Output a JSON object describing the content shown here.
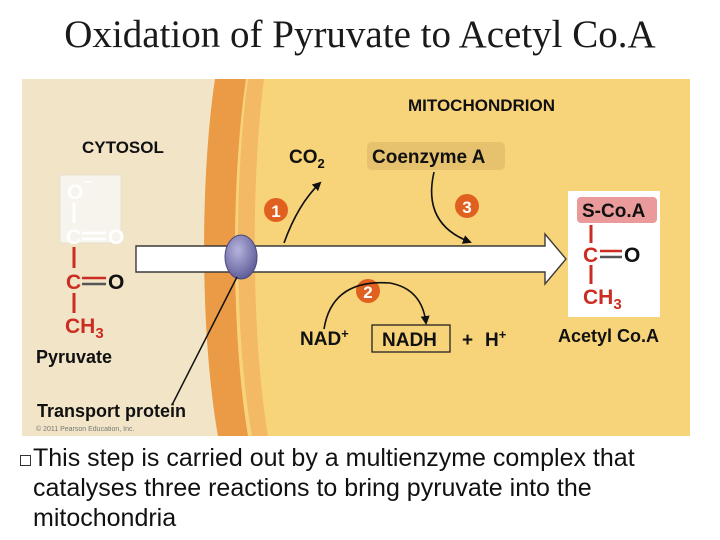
{
  "title": "Oxidation of Pyruvate to Acetyl Co.A",
  "figure": {
    "mitochondrion_label": "MITOCHONDRION",
    "cytosol_label": "CYTOSOL",
    "co2": {
      "main": "CO",
      "sub": "2"
    },
    "coenzyme_a": "Coenzyme A",
    "steps": [
      "1",
      "2",
      "3"
    ],
    "pyruvate": {
      "o_minus": "O",
      "minus_sign": "−",
      "carbon1": "C",
      "oxygen1": "O",
      "carbon2": "C",
      "oxygen2": "O",
      "ch3": "CH",
      "ch3_sub": "3",
      "name": "Pyruvate"
    },
    "nad": {
      "main": "NAD",
      "sup": "+"
    },
    "nadh": "NADH",
    "plus": "+",
    "h_plus": {
      "main": "H",
      "sup": "+"
    },
    "acetyl_coa": {
      "sco_a": "S-Co.A",
      "carbon": "C",
      "oxygen": "O",
      "ch3": "CH",
      "ch3_sub": "3",
      "name": "Acetyl Co.A"
    },
    "transport_protein": "Transport protein",
    "copyright": "© 2011 Pearson Education, Inc."
  },
  "bullet": {
    "text": "This step is carried out by a multienzyme complex that catalyses three reactions to bring pyruvate into the mitochondria"
  },
  "colors": {
    "mitochondrion_fill": "#f7d37a",
    "cytosol_fill": "#f2e5c7",
    "membrane": "#e8933a",
    "arrow": "#ffffff",
    "chem_red": "#cc2d22",
    "step_circle": "#e0611f",
    "protein": "#7d7bb0"
  }
}
